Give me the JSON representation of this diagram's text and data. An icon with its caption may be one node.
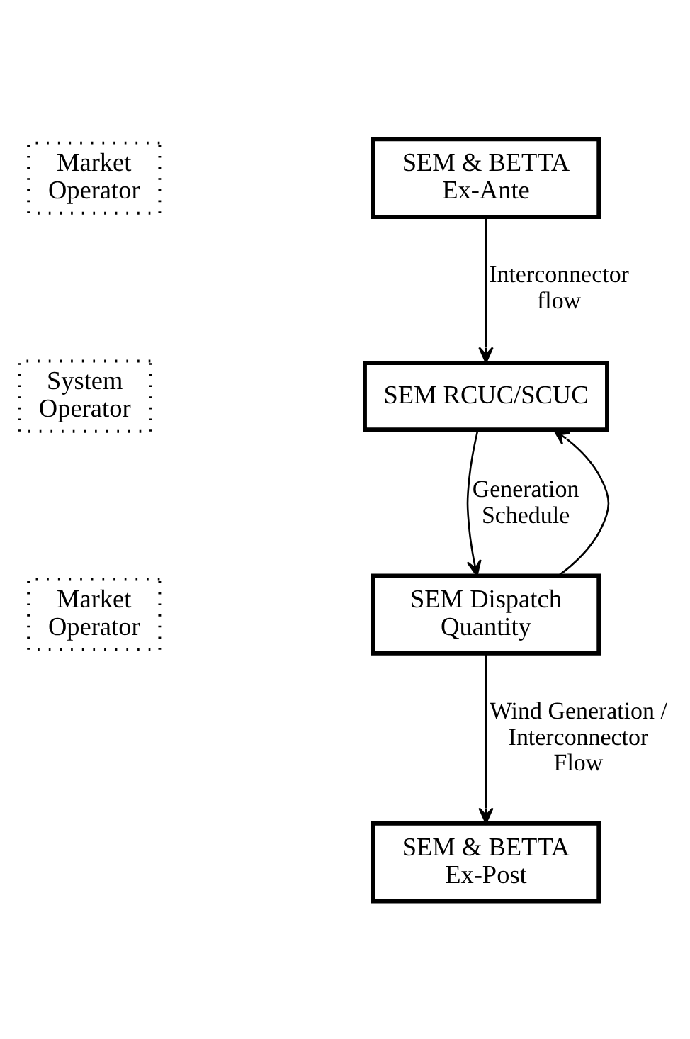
{
  "diagram": {
    "nodes": [
      {
        "text": [
          "SEM & BETTA Ex-Ante"
        ]
      },
      {
        "text": [
          "Market Operator"
        ]
      },
      {
        "text": [
          "SEM RCUC/SCUC"
        ]
      },
      {
        "text": [
          "System Operator"
        ]
      },
      {
        "text": [
          "SEM Dispatch Quantity"
        ]
      },
      {
        "text": [
          "Market Operator"
        ]
      },
      {
        "text": [
          "SEM & BETTA Ex-Post"
        ]
      }
    ],
    "edges": [
      {
        "from": 0,
        "to": 2,
        "arrow": "to",
        "label": "Interconnector flow"
      },
      {
        "from": 2,
        "to": 4,
        "arrow": "to",
        "label": "Generation Schedule"
      },
      {
        "from": 4,
        "to": 2,
        "arrow": "to"
      },
      {
        "from": 4,
        "to": 6,
        "arrow": "to",
        "label": "Wind Generation / Interconnector Flow"
      }
    ]
  }
}
